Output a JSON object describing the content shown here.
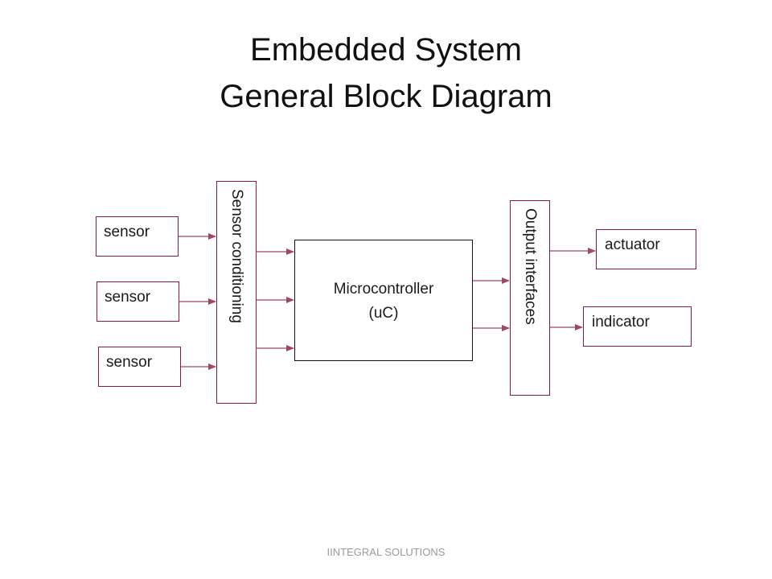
{
  "title": {
    "line1": "Embedded System",
    "line2": "General Block Diagram"
  },
  "blocks": {
    "sensors": [
      "sensor",
      "sensor",
      "sensor"
    ],
    "sensor_conditioning": "Sensor conditioning",
    "microcontroller": {
      "line1": "Microcontroller",
      "line2": "(uC)"
    },
    "output_interfaces": "Output interfaces",
    "outputs": [
      "actuator",
      "indicator"
    ]
  },
  "footer": "IINTEGRAL SOLUTIONS",
  "colors": {
    "box_border": "#8b1a3a",
    "arrow": "#a0485f",
    "micro_border": "#111111"
  }
}
